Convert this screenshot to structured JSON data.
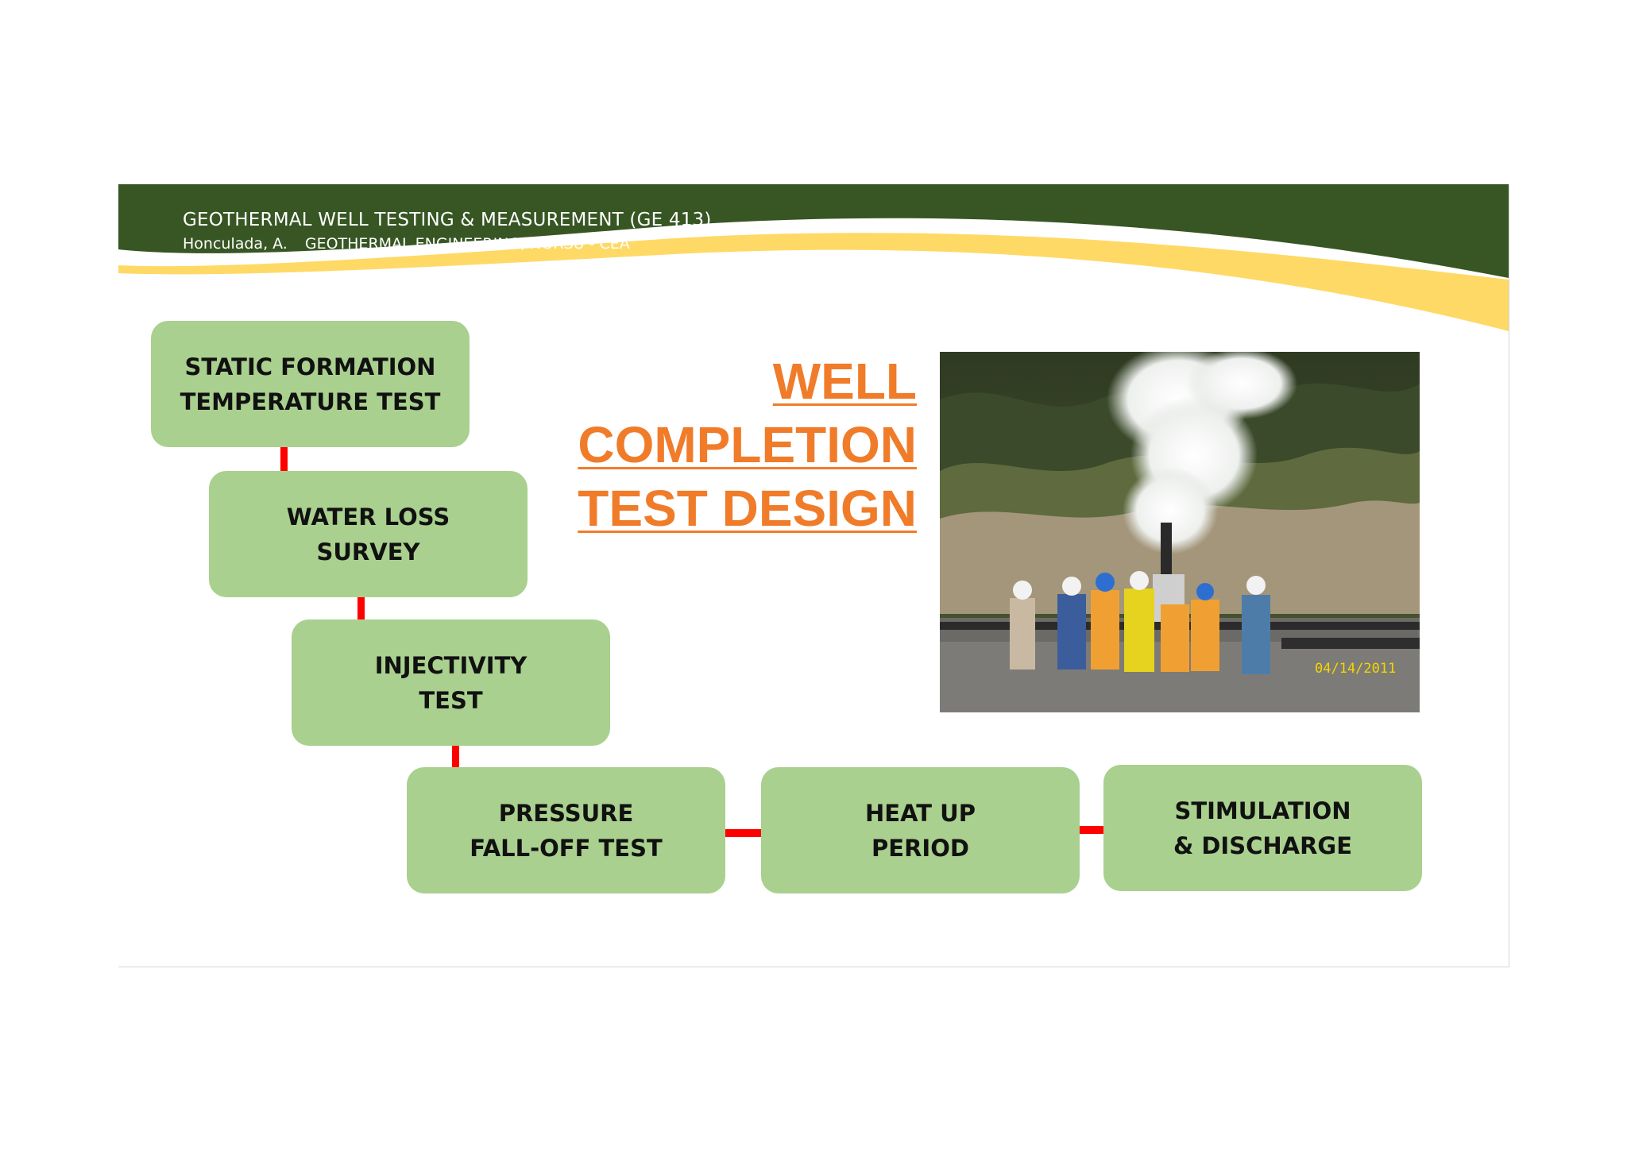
{
  "header": {
    "course_title": "GEOTHERMAL WELL TESTING & MEASUREMENT (GE 413)",
    "author": "Honculada, A.",
    "department": "GEOTHERMAL ENGINEERING, NORSU - CEA"
  },
  "title": {
    "line1": "WELL",
    "line2": "COMPLETION",
    "line3": "TEST DESIGN"
  },
  "steps": [
    {
      "label": "STATIC FORMATION\nTEMPERATURE TEST"
    },
    {
      "label": "WATER LOSS\nSURVEY"
    },
    {
      "label": "INJECTIVITY\nTEST"
    },
    {
      "label": "PRESSURE\nFALL-OFF TEST"
    },
    {
      "label": "HEAT UP\nPERIOD"
    },
    {
      "label": "STIMULATION\n& DISCHARGE"
    }
  ],
  "photo": {
    "date_stamp": "04/14/2011"
  },
  "colors": {
    "header_green": "#375623",
    "header_yellow": "#ffd966",
    "box_fill": "#a9d08e",
    "connector": "#ff0000",
    "title_orange": "#f07c2a"
  }
}
